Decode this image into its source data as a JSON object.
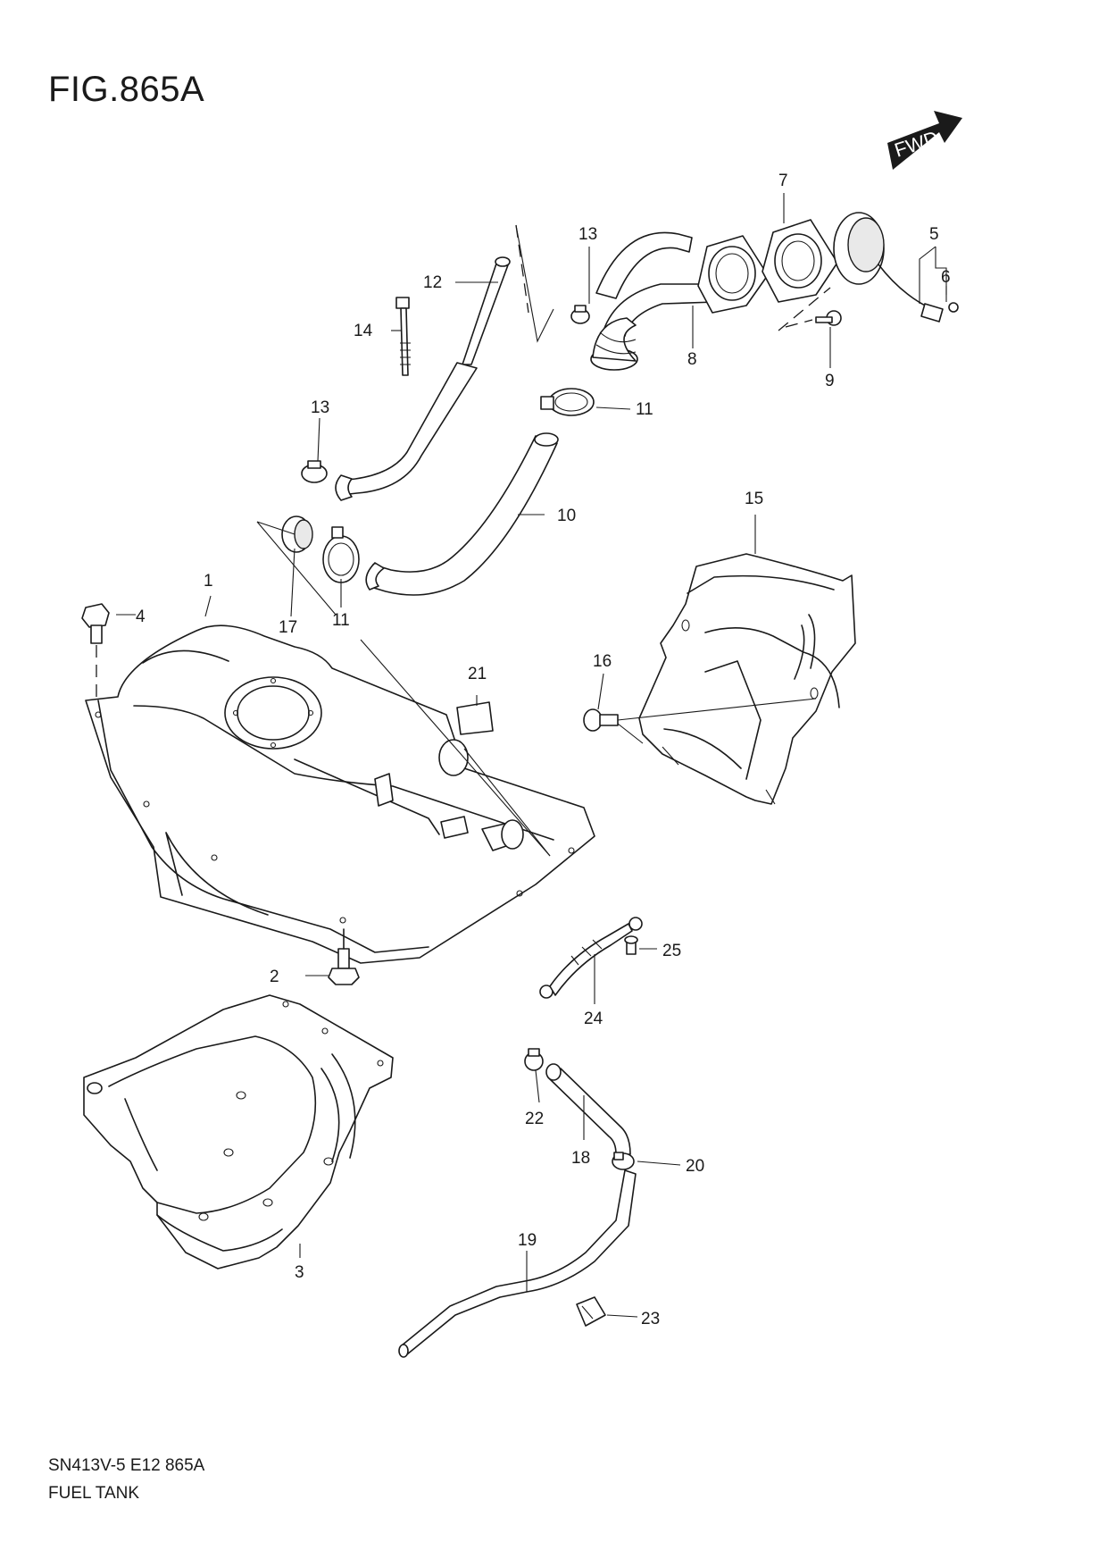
{
  "figure_title": "FIG.865A",
  "footer": {
    "code": "SN413V-5 E12 865A",
    "name": "FUEL TANK"
  },
  "direction_badge": "FWD",
  "callouts": {
    "c1": "1",
    "c2": "2",
    "c3": "3",
    "c4": "4",
    "c5": "5",
    "c6": "6",
    "c7": "7",
    "c8": "8",
    "c9": "9",
    "c10": "10",
    "c11a": "11",
    "c11b": "11",
    "c12": "12",
    "c13a": "13",
    "c13b": "13",
    "c14": "14",
    "c15": "15",
    "c16": "16",
    "c17": "17",
    "c18": "18",
    "c19": "19",
    "c20": "20",
    "c21": "21",
    "c22": "22",
    "c23": "23",
    "c24": "24",
    "c25": "25"
  }
}
